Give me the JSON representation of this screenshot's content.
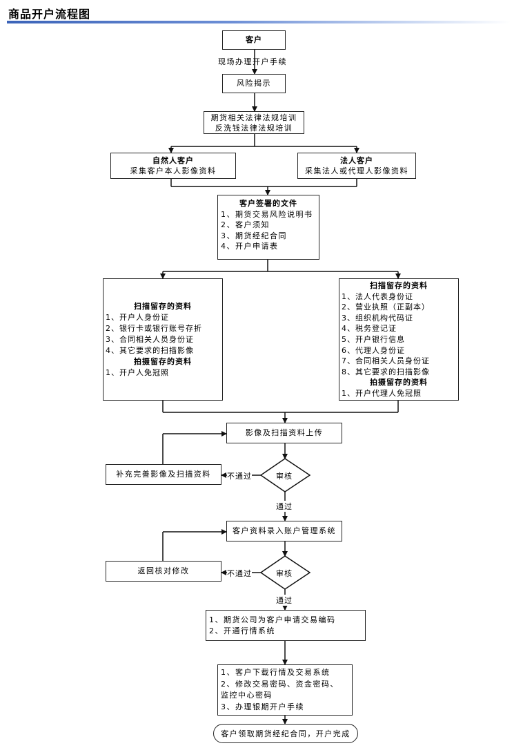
{
  "title": "商品开户流程图",
  "step_customer": "客户",
  "label_onsite": "现场办理开户手续",
  "step_risk": "风险揭示",
  "step_training": [
    "期货相关法律法规培训",
    "反洗钱法律法规培训"
  ],
  "natural_person": {
    "title": "自然人客户",
    "subtitle": "采集客户本人影像资料"
  },
  "legal_person": {
    "title": "法人客户",
    "subtitle": "采集法人或代理人影像资料"
  },
  "signed_docs": {
    "title": "客户签署的文件",
    "items": [
      "1、期货交易风险说明书",
      "2、客户须知",
      "3、期货经纪合同",
      "4、开户申请表"
    ]
  },
  "left_scan": {
    "title": "扫描留存的资料",
    "items": [
      "1、开户人身份证",
      "2、银行卡或银行账号存折",
      "3、合同相关人员身份证",
      "4、其它要求的扫描影像"
    ],
    "photo_title": "拍摄留存的资料",
    "photo_items": [
      "1、开户人免冠照"
    ]
  },
  "right_scan": {
    "title": "扫描留存的资料",
    "items": [
      "1、法人代表身份证",
      "2、营业执照（正副本）",
      "3、组织机构代码证",
      "4、税务登记证",
      "5、开户银行信息",
      "6、代理人身份证",
      "7、合同相关人员身份证",
      "8、其它要求的扫描影像"
    ],
    "photo_title": "拍摄留存的资料",
    "photo_items": [
      "1、开户代理人免冠照"
    ]
  },
  "upload": "影像及扫描资料上传",
  "review1": "审核",
  "fail1": "不通过",
  "supplement": "补充完善影像及扫描资料",
  "pass1": "通过",
  "entry": "客户资料录入账户管理系统",
  "review2": "审核",
  "fail2": "不通过",
  "return_fix": "返回核对修改",
  "pass2": "通过",
  "apply_box": [
    "1、期货公司为客户申请交易编码",
    "2、开通行情系统"
  ],
  "download_box": [
    "1、客户下载行情及交易系统",
    "2、修改交易密码、资金密码、",
    "监控中心密码",
    "3、办理银期开户手续"
  ],
  "final": "客户领取期货经纪合同，开户完成"
}
